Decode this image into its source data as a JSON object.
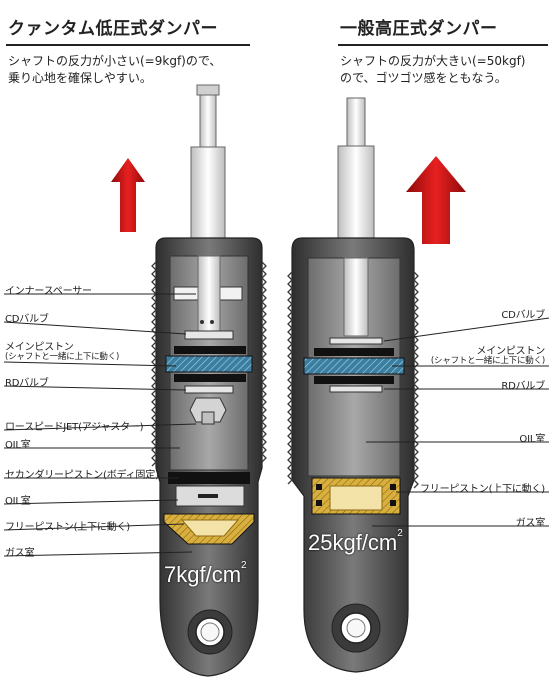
{
  "left": {
    "title": "クァンタム低圧式ダンパー",
    "subtitle_line1": "シャフトの反力が小さい(=9kgf)ので、",
    "subtitle_line2": "乗り心地を確保しやすい。",
    "pressure_value": "7kgf/cm",
    "pressure_exp": "2",
    "labels": [
      "インナースペーサー",
      "CDバルブ",
      "メインピストン",
      "(シャフトと一緒に上下に動く)",
      "RDバルブ",
      "ロースピードJET(アジャスター)",
      "OIL室",
      "セカンダリーピストン(ボディ固定)",
      "OIL室",
      "フリーピストン(上下に動く)",
      "ガス室"
    ]
  },
  "right": {
    "title": "一般高圧式ダンパー",
    "subtitle_line1": "シャフトの反力が大きい(=50kgf)",
    "subtitle_line2": "ので、ゴツゴツ感をともなう。",
    "pressure_value": "25kgf/cm",
    "pressure_exp": "2",
    "labels": [
      "CDバルブ",
      "メインピストン",
      "(シャフトと一緒に上下に動く)",
      "RDバルブ",
      "OIL室",
      "フリーピストン(上下に動く)",
      "ガス室"
    ]
  },
  "colors": {
    "arrow": "#cc1111",
    "body_dark": "#555555",
    "chamber": "#8a8a8a",
    "piston_blue": "#3c7ea0",
    "gas_yellow": "#f4e3a8",
    "free_piston": "#d9b040"
  }
}
